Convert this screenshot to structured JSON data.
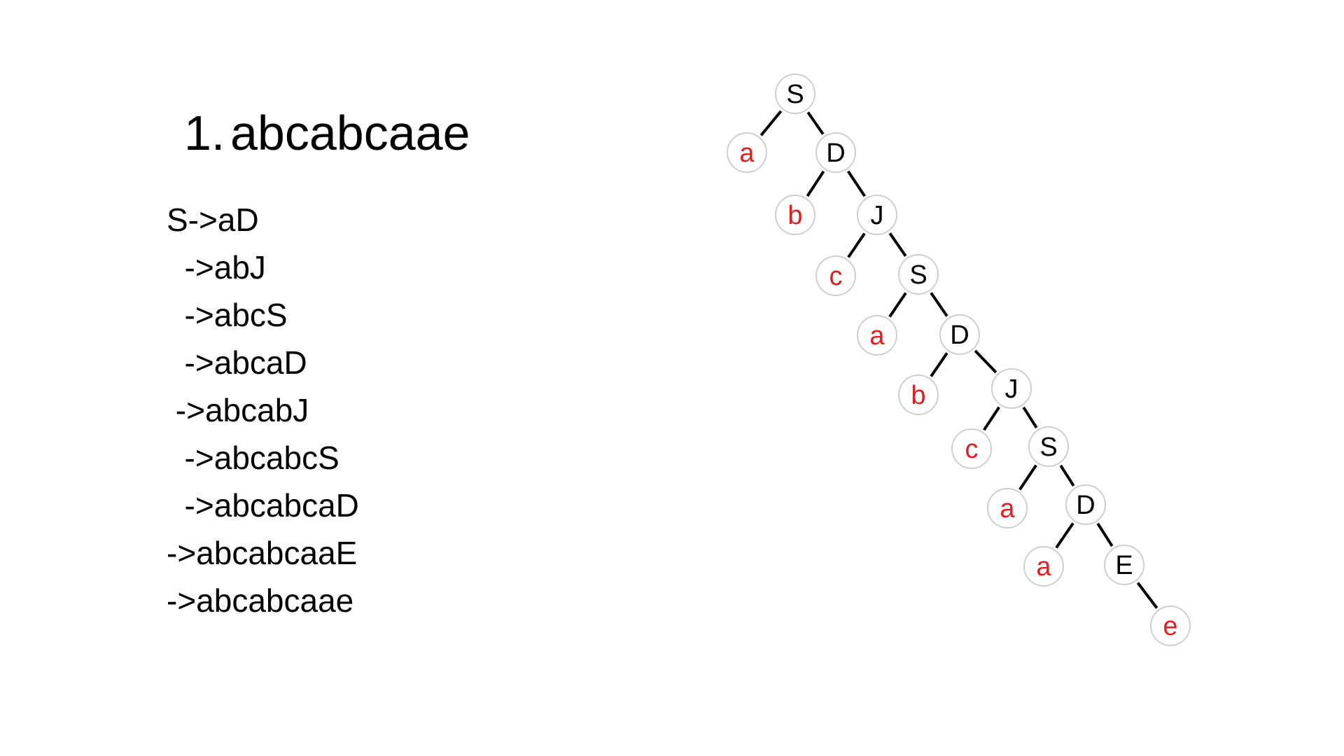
{
  "title": {
    "number": "1.",
    "text": "abcabcaae"
  },
  "derivation": [
    "S->aD",
    "  ->abJ",
    "  ->abcS",
    "  ->abcaD",
    " ->abcabJ",
    "  ->abcabcS",
    "  ->abcabcaD",
    "->abcabcaaE",
    "->abcabcaae"
  ],
  "colors": {
    "nonterminal": "#000000",
    "terminal": "#e02020",
    "edge": "#000000",
    "node_border": "#cfcfcf"
  },
  "tree": {
    "nodes": [
      {
        "id": "n1",
        "label": "S",
        "kind": "nonterminal"
      },
      {
        "id": "n2",
        "label": "a",
        "kind": "terminal"
      },
      {
        "id": "n3",
        "label": "D",
        "kind": "nonterminal"
      },
      {
        "id": "n4",
        "label": "b",
        "kind": "terminal"
      },
      {
        "id": "n5",
        "label": "J",
        "kind": "nonterminal"
      },
      {
        "id": "n6",
        "label": "c",
        "kind": "terminal"
      },
      {
        "id": "n7",
        "label": "S",
        "kind": "nonterminal"
      },
      {
        "id": "n8",
        "label": "a",
        "kind": "terminal"
      },
      {
        "id": "n9",
        "label": "D",
        "kind": "nonterminal"
      },
      {
        "id": "n10",
        "label": "b",
        "kind": "terminal"
      },
      {
        "id": "n11",
        "label": "J",
        "kind": "nonterminal"
      },
      {
        "id": "n12",
        "label": "c",
        "kind": "terminal"
      },
      {
        "id": "n13",
        "label": "S",
        "kind": "nonterminal"
      },
      {
        "id": "n14",
        "label": "a",
        "kind": "terminal"
      },
      {
        "id": "n15",
        "label": "D",
        "kind": "nonterminal"
      },
      {
        "id": "n16",
        "label": "a",
        "kind": "terminal"
      },
      {
        "id": "n17",
        "label": "E",
        "kind": "nonterminal"
      },
      {
        "id": "n18",
        "label": "e",
        "kind": "terminal"
      }
    ],
    "edges": [
      [
        "n1",
        "n2"
      ],
      [
        "n1",
        "n3"
      ],
      [
        "n3",
        "n4"
      ],
      [
        "n3",
        "n5"
      ],
      [
        "n5",
        "n6"
      ],
      [
        "n5",
        "n7"
      ],
      [
        "n7",
        "n8"
      ],
      [
        "n7",
        "n9"
      ],
      [
        "n9",
        "n10"
      ],
      [
        "n9",
        "n11"
      ],
      [
        "n11",
        "n12"
      ],
      [
        "n11",
        "n13"
      ],
      [
        "n13",
        "n14"
      ],
      [
        "n13",
        "n15"
      ],
      [
        "n15",
        "n16"
      ],
      [
        "n15",
        "n17"
      ],
      [
        "n17",
        "n18"
      ]
    ]
  }
}
